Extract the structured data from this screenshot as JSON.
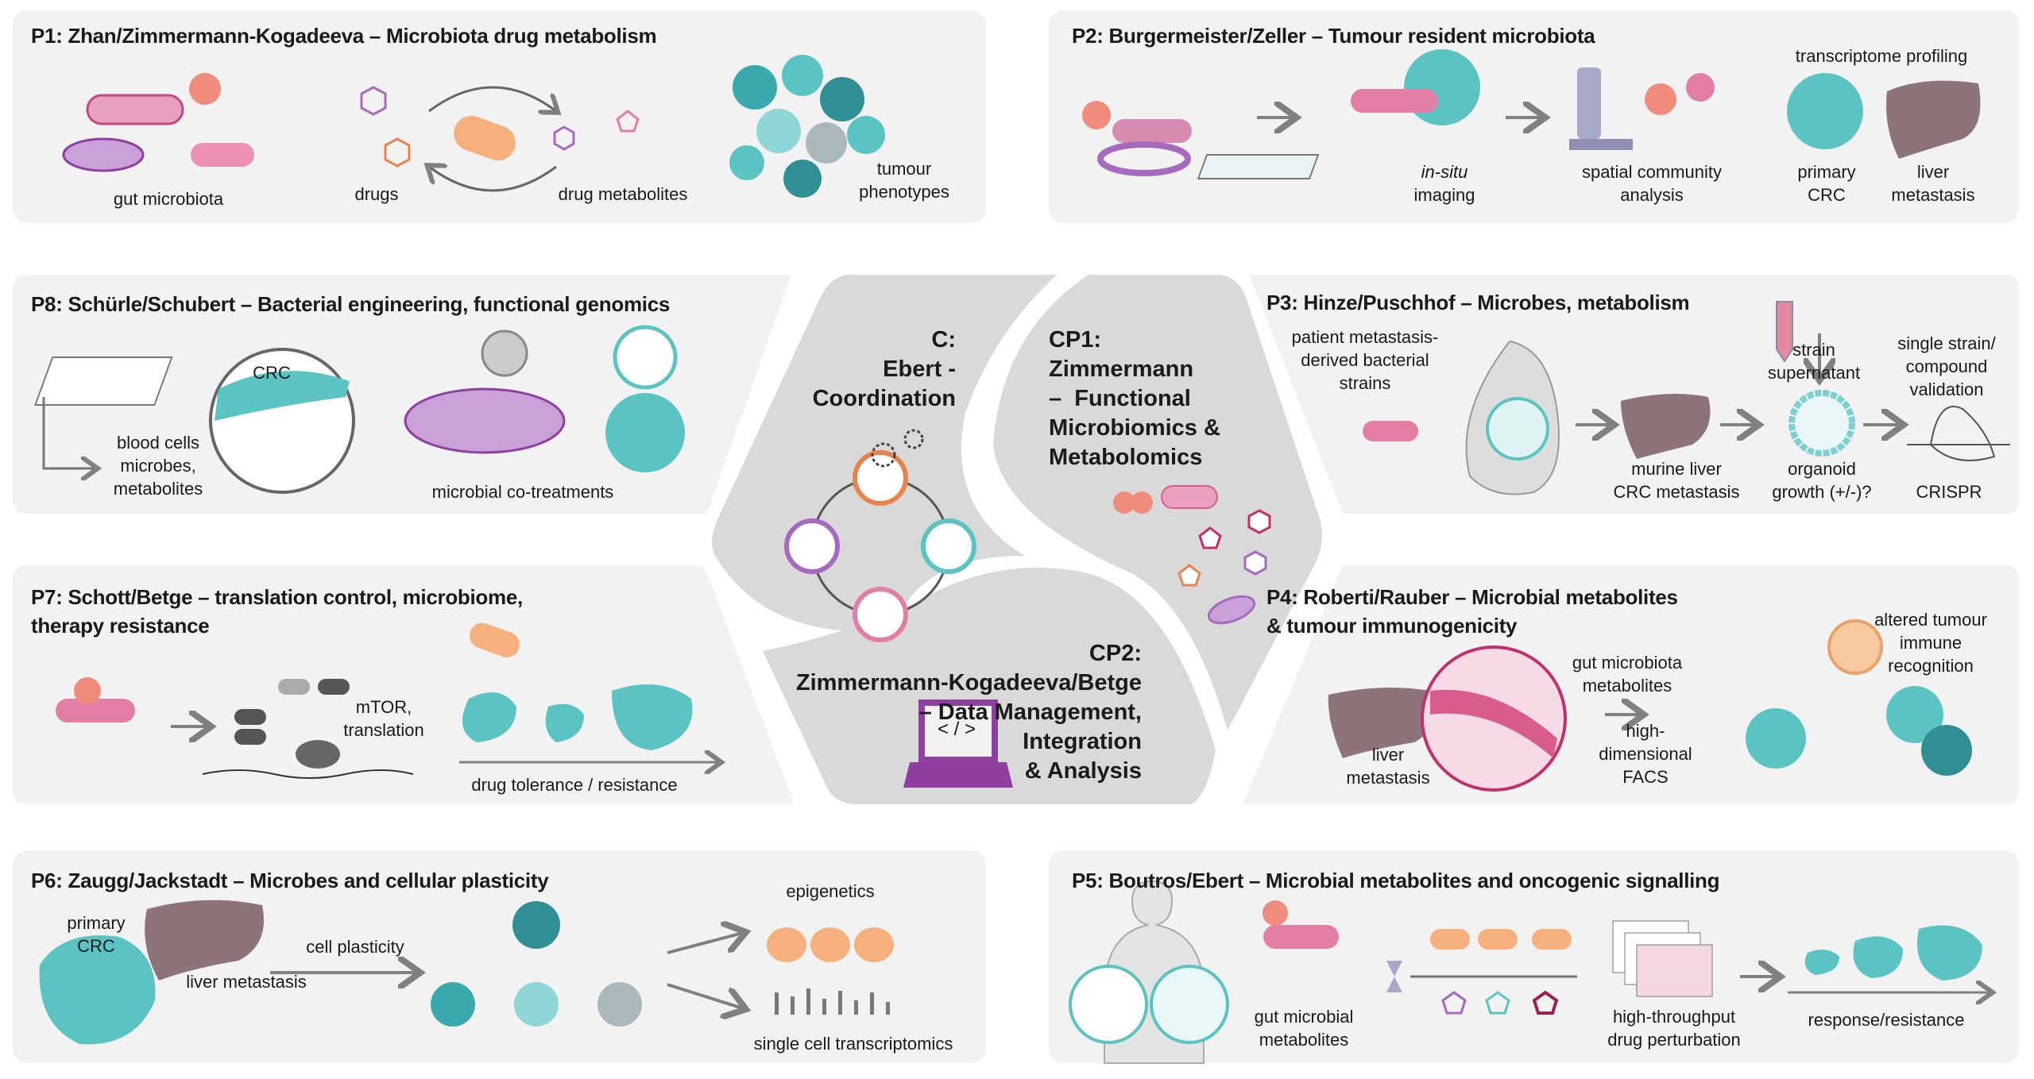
{
  "colors": {
    "panel_bg": "#f2f2f2",
    "center_bg": "#d9d9d9",
    "pink": "#e27ea6",
    "purple": "#a569bd",
    "salmon": "#f08c7c",
    "teal": "#5cc3c3",
    "liver": "#8c7479",
    "orange": "#e9834e",
    "arrow": "#808080"
  },
  "p1": {
    "title": "P1: Zhan/Zimmermann-Kogadeeva – Microbiota drug metabolism",
    "gut_microbiota": "gut microbiota",
    "drugs": "drugs",
    "drug_metabolites": "drug metabolites",
    "tumour_phenotypes": "tumour\nphenotypes"
  },
  "p2": {
    "title": "P2: Burgermeister/Zeller – Tumour resident microbiota",
    "transcriptome": "transcriptome profiling",
    "in_situ": "in-situ",
    "imaging": "imaging",
    "spatial": "spatial community\nanalysis",
    "primary_crc": "primary\nCRC",
    "liver_metastasis": "liver\nmetastasis"
  },
  "p8": {
    "title": "P8: Schürle/Schubert – Bacterial engineering, functional genomics",
    "crc": "CRC",
    "blood_cells": "blood cells\nmicrobes,\nmetabolites",
    "co_treatments": "microbial co-treatments"
  },
  "p3": {
    "title": "P3: Hinze/Puschhof – Microbes, metabolism",
    "patient_strains": "patient metastasis-\nderived bacterial\nstrains",
    "strain_supernatant": "strain\nsupernatant",
    "single_strain": "single strain/\ncompound\nvalidation",
    "murine_liver": "murine liver\nCRC metastasis",
    "organoid": "organoid\ngrowth (+/-)?",
    "crispr": "CRISPR"
  },
  "p7": {
    "title": "P7: Schott/Betge – translation control, microbiome,\ntherapy resistance",
    "mtor": "mTOR,\ntranslation",
    "drug_tolerance": "drug tolerance / resistance"
  },
  "p4": {
    "title": "P4: Roberti/Rauber – Microbial metabolites\n& tumour immunogenicity",
    "gut_metabolites": "gut microbiota\nmetabolites",
    "facs": "high-\ndimensional\nFACS",
    "liver_metastasis": "liver\nmetastasis",
    "altered": "altered tumour\nimmune\nrecognition"
  },
  "p6": {
    "title": "P6: Zaugg/Jackstadt – Microbes and cellular plasticity",
    "primary_crc": "primary\nCRC",
    "cell_plasticity": "cell plasticity",
    "liver_metastasis": "liver metastasis",
    "epigenetics": "epigenetics",
    "single_cell": "single cell transcriptomics"
  },
  "p5": {
    "title": "P5: Boutros/Ebert – Microbial metabolites and oncogenic signalling",
    "gut_microbial": "gut microbial\nmetabolites",
    "high_throughput": "high-throughput\ndrug perturbation",
    "response": "response/resistance"
  },
  "center": {
    "c": "C:\nEbert -\nCoordination",
    "cp1": "CP1:\nZimmermann\n–  Functional\nMicrobiomics &\nMetabolomics",
    "cp2": "CP2:\nZimmermann-Kogadeeva/Betge\n– Data Management,\nIntegration\n& Analysis",
    "code_glyph": "< / >"
  }
}
